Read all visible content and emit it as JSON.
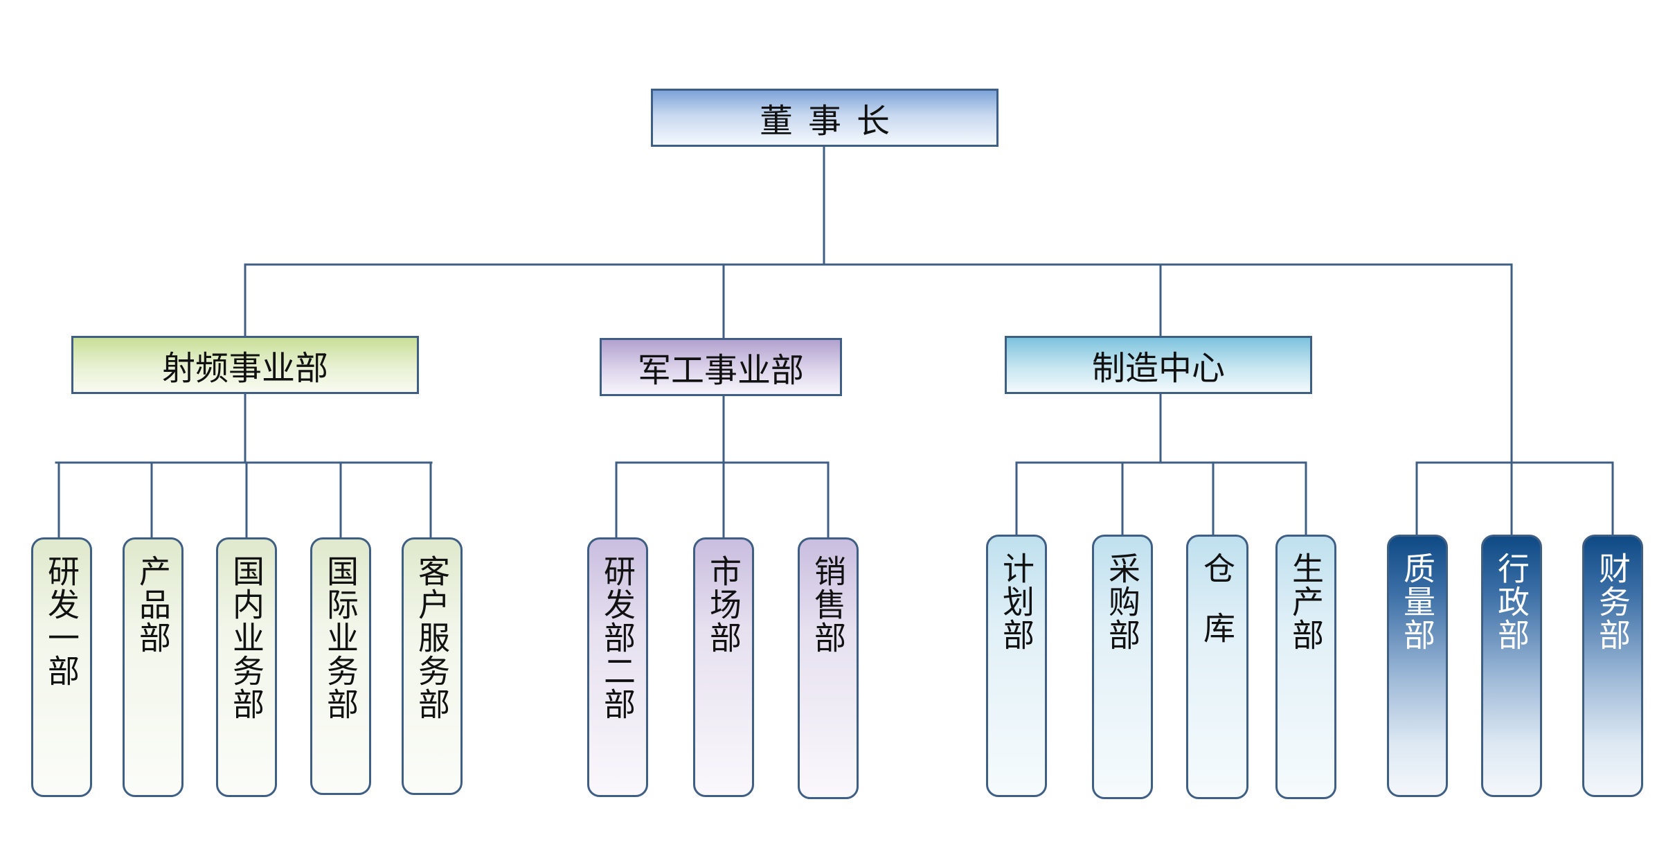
{
  "chairman": "董事长",
  "divisions": {
    "rf": "射频事业部",
    "military": "军工事业部",
    "manufacturing": "制造中心"
  },
  "departments": {
    "rd1": "研发一部",
    "product": "产品部",
    "domestic": "国内业务部",
    "international": "国际业务部",
    "customer_service": "客户服务部",
    "rd2": "研发部二部",
    "market": "市场部",
    "sales": "销售部",
    "planning": "计划部",
    "purchasing": "采购部",
    "warehouse": "仓库",
    "production": "生产部",
    "quality": "质量部",
    "admin": "行政部",
    "finance": "财务部"
  },
  "colors": {
    "connector": "#3f5e84",
    "border": "#3f5e84",
    "rf_group": "#c9df98",
    "military_group": "#b3a1cf",
    "manufacturing_group": "#7cc3dd",
    "direct_group": "#0f4a86"
  }
}
